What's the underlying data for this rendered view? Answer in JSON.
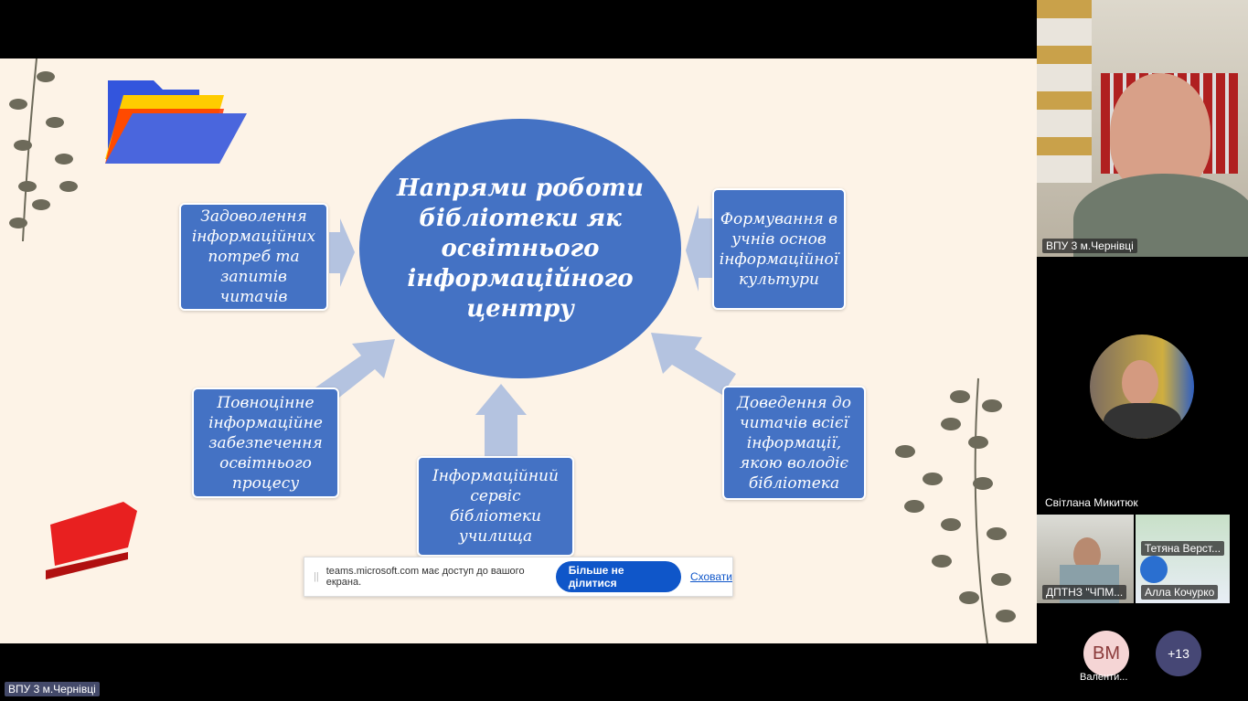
{
  "slide": {
    "center": "Напрями роботи бібліотеки як освітнього інформаційного центру",
    "boxes": [
      "Задоволення інформаційних потреб та запитів читачів",
      "Формування в учнів основ інформаційної культури",
      "Повноцінне інформаційне забезпечення освітнього процесу",
      "Інформаційний сервіс бібліотеки училища",
      "Доведення до читачів всієї інформації, якою володіє бібліотека"
    ]
  },
  "sharebar": {
    "message": "teams.microsoft.com має доступ до вашого екрана.",
    "stop": "Більше не ділитися",
    "hide": "Сховати"
  },
  "participants": {
    "main": "ВПУ 3 м.Чернівці",
    "speaker": "Світлана  Микитюк",
    "tile1": "ДПТНЗ \"ЧПМ...",
    "tile2a": "Тетяна Верст...",
    "tile2b": "Алла Кочурко",
    "avatar_initials": "ВМ",
    "avatar_name": "Валенти...",
    "more": "+13"
  },
  "self_label": "ВПУ 3 м.Чернівці",
  "colors": {
    "box": "#4472c4",
    "arrow": "#b4c3e0",
    "stop_button": "#0f56c9"
  }
}
